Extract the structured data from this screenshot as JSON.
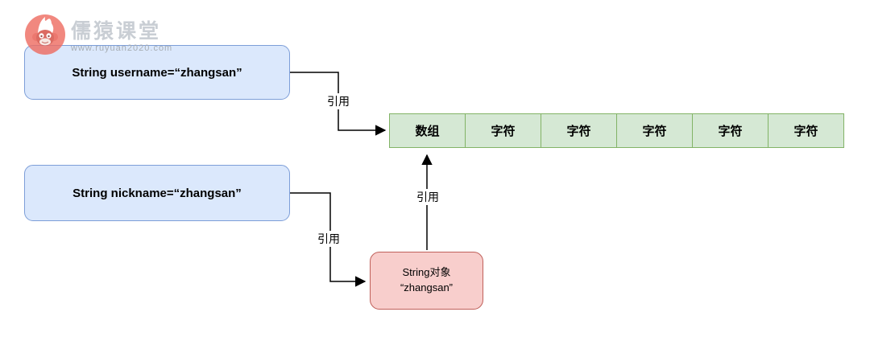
{
  "watermark": {
    "title": "儒猿课堂",
    "url": "www.ruyuan2020.com"
  },
  "boxes": {
    "username": {
      "label": "String username=“zhangsan”"
    },
    "nickname": {
      "label": "String nickname=“zhangsan”"
    },
    "string_object": {
      "line1": "String对象",
      "line2": "“zhangsan”"
    }
  },
  "array": {
    "cells": [
      "数组",
      "字符",
      "字符",
      "字符",
      "字符",
      "字符"
    ]
  },
  "arrows": [
    {
      "label": "引用"
    },
    {
      "label": "引用"
    },
    {
      "label": "引用"
    }
  ],
  "colors": {
    "variable_box_fill": "#dbe8fc",
    "variable_box_border": "#7d9ed8",
    "array_fill": "#d5e8d4",
    "array_border": "#82b366",
    "object_fill": "#f8cecc",
    "object_border": "#c0605a",
    "arrow": "#000000",
    "watermark_text": "#c9ced4",
    "logo_red": "#ee6e63"
  }
}
